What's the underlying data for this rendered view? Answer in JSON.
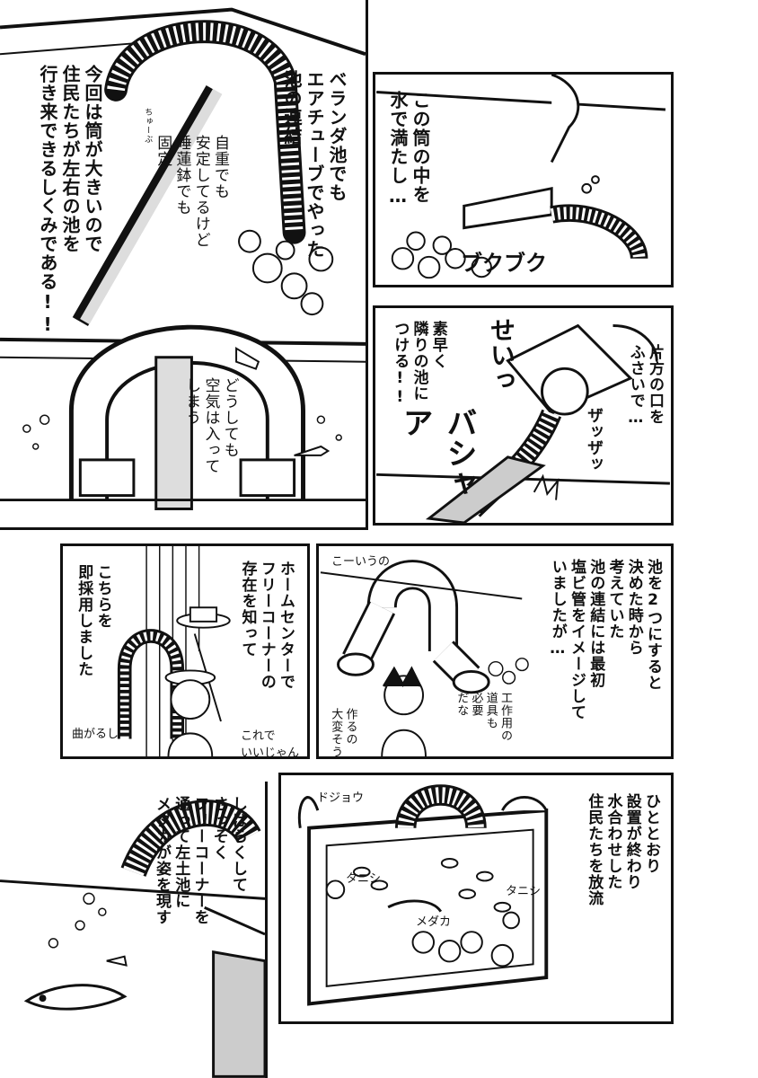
{
  "panels": {
    "p1": {
      "narration_a": "ベランダ池でも\nエアチューブでやった\n池の連結",
      "narration_b": "今回は筒が大きいので\n住民たちが左右の池を\n行き来できるしくみである!!",
      "ruby_tsutsu": "ちゅーぶ",
      "note_a": "自重でも\n安定してるけど\n睡蓮鉢でも\n固定",
      "note_b": "どうしても\n空気は入って\nしまう"
    },
    "p2": {
      "narration": "この筒の中を\n水で満たし…",
      "sfx": "ブクブク"
    },
    "p3": {
      "narration_a": "素早く\n隣りの池に\nつける!!",
      "narration_b": "片方の口を\nふさいで…",
      "sfx_a": "せいっ",
      "sfx_b": "バシャア",
      "sfx_c": "ザッザッ"
    },
    "p4": {
      "narration_a": "ホームセンターで\nフリーコーナーの\n存在を知って",
      "narration_b": "こちらを\n即採用しました",
      "side_a": "これで\nいいじゃん",
      "side_b": "曲がるし"
    },
    "p5": {
      "label_top": "こーいうの",
      "narration": "池を2つにすると\n決めた時から\n考えていた\n池の連結には最初\n塩ビ管をイメージして\nいましたが…",
      "note_a": "作るの\n大変そう",
      "note_b": "工作用の\n道具も\n必要\nだな"
    },
    "p6": {
      "narration": "しばらくして\nさっそく\nフリーコーナーを\n通って左土池に\nメダカが姿を現す"
    },
    "p7": {
      "narration": "ひととおり\n設置が終わり\n水合わせした\n住民たちを放流",
      "label_dojou": "ドジョウ",
      "label_tanishi_a": "タニシ",
      "label_medaka": "メダカ",
      "label_tanishi_b": "タニシ"
    }
  },
  "colors": {
    "ink": "#111111",
    "paper": "#ffffff",
    "tone": "#cfcfcf"
  }
}
